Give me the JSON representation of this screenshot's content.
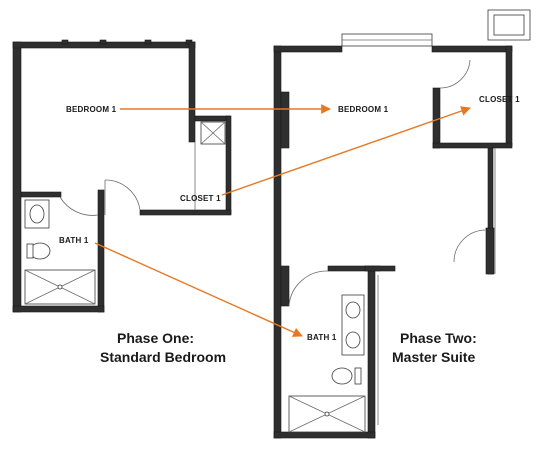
{
  "colors": {
    "arrow": "#e87722",
    "wall": "#2f2f2f",
    "line": "#6b6b6b",
    "background": "#ffffff"
  },
  "labels": {
    "phase_one": {
      "bedroom": "BEDROOM 1",
      "closet": "CLOSET 1",
      "bath": "BATH 1"
    },
    "phase_two": {
      "bedroom": "BEDROOM 1",
      "closet": "CLOSET 1",
      "bath": "BATH 1"
    }
  },
  "captions": {
    "phase_one": {
      "line1": "Phase One:",
      "line2": "Standard Bedroom"
    },
    "phase_two": {
      "line1": "Phase Two:",
      "line2": "Master Suite"
    }
  }
}
